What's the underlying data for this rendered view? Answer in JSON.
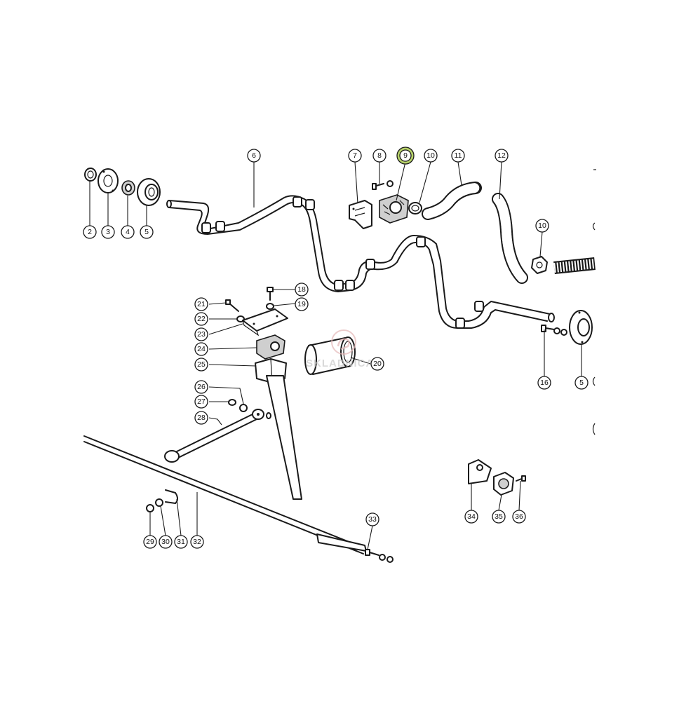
{
  "watermark": {
    "text": "SKLADNICA",
    "subtext": "",
    "color": "#c9c9c9"
  },
  "highlight_color": "#b8d36a",
  "callouts": {
    "c2": "2",
    "c3": "3",
    "c4": "4",
    "c5a": "5",
    "c6": "6",
    "c7": "7",
    "c8": "8",
    "c9": "9",
    "c10a": "10",
    "c11": "11",
    "c12": "12",
    "c10b": "10",
    "c16": "16",
    "c5b": "5",
    "c18": "18",
    "c19": "19",
    "c20": "20",
    "c21": "21",
    "c22": "22",
    "c23": "23",
    "c24": "24",
    "c25": "25",
    "c26": "26",
    "c27": "27",
    "c28": "28",
    "c29": "29",
    "c30": "30",
    "c31": "31",
    "c32": "32",
    "c33": "33",
    "c34": "34",
    "c35": "35",
    "c36": "36"
  }
}
